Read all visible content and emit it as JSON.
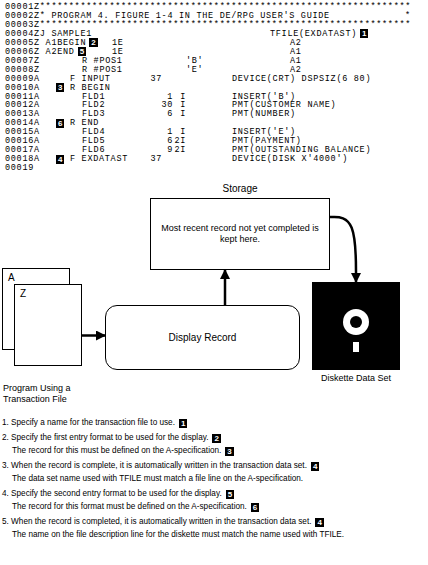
{
  "diagram": {
    "caption": "Program Using a Transaction File",
    "nodes": [
      {
        "text": [
          "Storage",
          "Most recent record not yet completed is kept here."
        ]
      },
      {
        "text": [
          "A"
        ]
      },
      {
        "text": [
          "Z"
        ]
      },
      {
        "text": [
          "Display Record"
        ]
      },
      {
        "text": [
          "Diskette Data Set"
        ]
      }
    ],
    "edges": [
      {
        "from": 2,
        "to": 3,
        "arrow": "to"
      },
      {
        "from": 3,
        "to": 0,
        "arrow": "to"
      },
      {
        "from": 0,
        "to": 4,
        "arrow": "to"
      }
    ],
    "labels": [
      "00001Z****************************************************************",
      "00002Z* PROGRAM 4. FIGURE 1-4 IN THE DE/RPG USER'S GUIDE",
      "*",
      "00003Z****************************************************************",
      "00004ZJ SAMPLE1",
      "TFILE(EXDATAST)",
      "1",
      "00005Z A1BEGIN",
      "2",
      "1E",
      "A2",
      "00006Z A2END",
      "5",
      "1E",
      "A1",
      "00007Z",
      "R #POS1",
      "'B'",
      "A1",
      "00008Z",
      "R #POS1",
      "'E'",
      "A2",
      "00009A",
      "F INPUT",
      "37",
      "DEVICE(CRT) DSPSIZ(6 80)",
      "00010A",
      "3",
      "R BEGIN",
      "00011A",
      "FLD1",
      "1",
      "I",
      "INSERT('B')",
      "00012A",
      "FLD2",
      "30",
      "I",
      "PMT(CUSTOMER NAME)",
      "00013A",
      "FLD3",
      "6",
      "I",
      "PMT(NUMBER)",
      "00014A",
      "6",
      "R END",
      "00015A",
      "FLD4",
      "1",
      "I",
      "INSERT('E')",
      "00016A",
      "FLD5",
      "6",
      "2I",
      "PMT(PAYMENT)",
      "00017A",
      "FLD6",
      "9",
      "2I",
      "PMT(OUTSTANDING BALANCE)",
      "00018A",
      "4",
      "F EXDATAST",
      "37",
      "DEVICE(DISK X'4000')",
      "00019",
      "1. Specify a name for the transaction file to use.",
      "1",
      "2. Specify the first entry format to be used for the display.",
      "2",
      "The record for this must be defined on the A-specification.",
      "3",
      "3. When the record is complete, it is automatically written in the transaction data set.",
      "4",
      "The data set name used with TFILE must match a file line on the A-specification.",
      "4. Specify the second entry format to be used for the display.",
      "5",
      "The record for this format must be defined on the A-specification.",
      "6",
      "5. When the record is completed, it is automatically written in the transaction data set.",
      "4",
      "The name on the file description line for the diskette must match the name used with TFILE."
    ]
  }
}
